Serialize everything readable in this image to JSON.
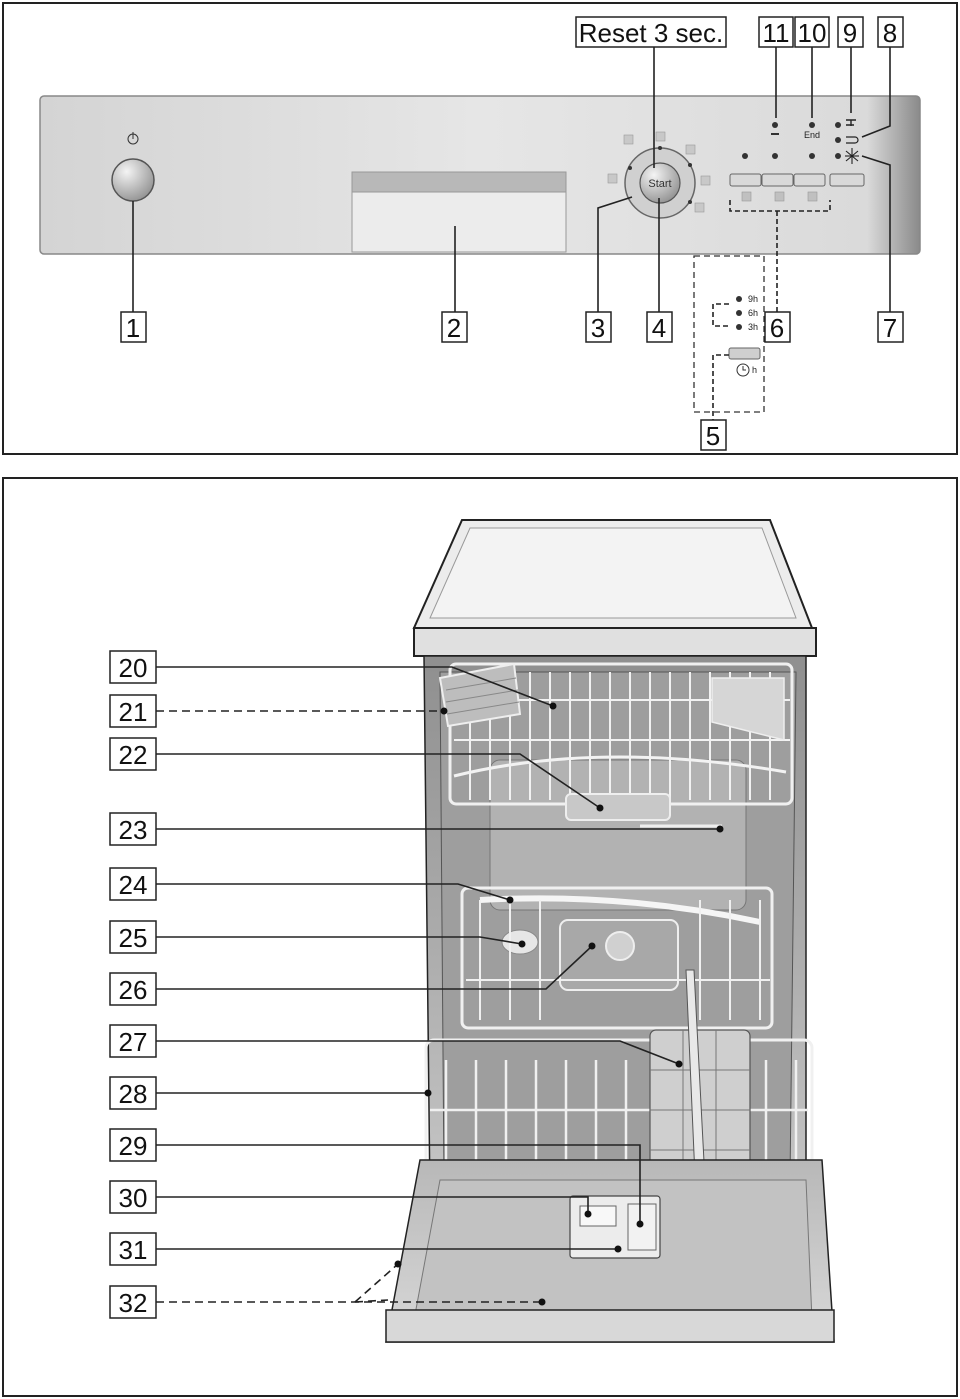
{
  "control_panel": {
    "reset_label": "Reset 3 sec.",
    "start_label": "Start",
    "end_label": "End",
    "timer_9h": "9h",
    "timer_6h": "6h",
    "timer_3h": "3h",
    "timer_h": "h",
    "callouts": [
      "1",
      "2",
      "3",
      "4",
      "5",
      "6",
      "7",
      "8",
      "9",
      "10",
      "11"
    ]
  },
  "dishwasher": {
    "callouts": [
      "20",
      "21",
      "22",
      "23",
      "24",
      "25",
      "26",
      "27",
      "28",
      "29",
      "30",
      "31",
      "32"
    ]
  },
  "icons": [
    "power-icon",
    "start-dial-icon",
    "clock-icon",
    "salt-refill-icon",
    "rinse-aid-icon",
    "water-tap-icon",
    "end-indicator-icon"
  ]
}
